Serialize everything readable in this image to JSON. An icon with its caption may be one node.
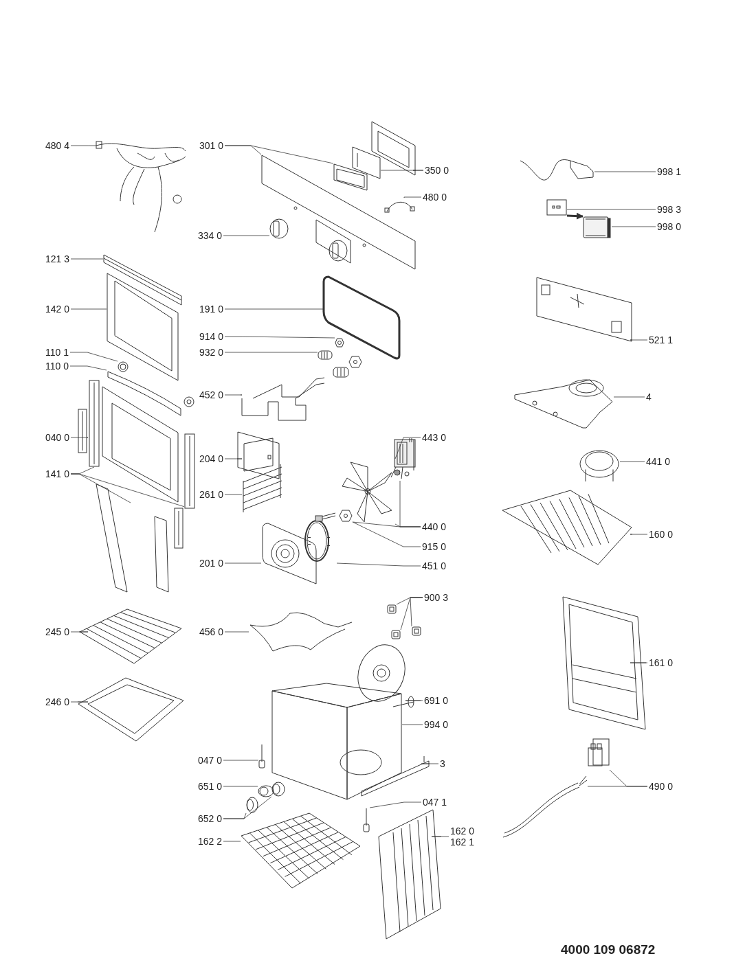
{
  "diagram": {
    "nodes": [
      {
        "text": [
          "480 4"
        ]
      },
      {
        "text": [],
        "shape": "picture"
      },
      {
        "text": [
          "301 0"
        ]
      },
      {
        "text": [],
        "shape": "picture"
      },
      {
        "text": [],
        "shape": "picture"
      },
      {
        "text": [
          "350 0"
        ]
      },
      {
        "text": [],
        "shape": "picture"
      },
      {
        "text": [],
        "shape": "picture"
      },
      {
        "text": [
          "480 0"
        ]
      },
      {
        "text": [],
        "shape": "picture"
      },
      {
        "text": [
          "334 0"
        ]
      },
      {
        "text": [],
        "shape": "picture"
      },
      {
        "text": [
          "121 3"
        ]
      },
      {
        "text": [],
        "shape": "picture"
      },
      {
        "text": [
          "142 0"
        ]
      },
      {
        "text": [],
        "shape": "picture"
      },
      {
        "text": [
          "110 1"
        ]
      },
      {
        "text": [],
        "shape": "picture"
      },
      {
        "text": [
          "110 0"
        ]
      },
      {
        "text": [],
        "shape": "picture"
      },
      {
        "text": [
          "040 0"
        ]
      },
      {
        "text": [],
        "shape": "picture"
      },
      {
        "text": [
          "141 0"
        ]
      },
      {
        "text": [],
        "shape": "picture"
      },
      {
        "text": [],
        "shape": "picture"
      },
      {
        "text": [],
        "shape": "picture"
      },
      {
        "text": [
          "191 0"
        ]
      },
      {
        "text": [],
        "shape": "picture"
      },
      {
        "text": [
          "914 0"
        ]
      },
      {
        "text": [],
        "shape": "picture"
      },
      {
        "text": [
          "932 0"
        ]
      },
      {
        "text": [],
        "shape": "picture"
      },
      {
        "text": [
          "452 0"
        ]
      },
      {
        "text": [],
        "shape": "picture"
      },
      {
        "text": [
          "204 0"
        ]
      },
      {
        "text": [],
        "shape": "picture"
      },
      {
        "text": [
          "261 0"
        ]
      },
      {
        "text": [],
        "shape": "picture"
      },
      {
        "text": [
          "443 0"
        ]
      },
      {
        "text": [],
        "shape": "picture"
      },
      {
        "text": [
          "440 0"
        ]
      },
      {
        "text": [],
        "shape": "picture"
      },
      {
        "text": [
          "915 0"
        ]
      },
      {
        "text": [],
        "shape": "picture"
      },
      {
        "text": [
          "451 0"
        ]
      },
      {
        "text": [],
        "shape": "picture"
      },
      {
        "text": [
          "201 0"
        ]
      },
      {
        "text": [],
        "shape": "picture"
      },
      {
        "text": [
          "998 1"
        ]
      },
      {
        "text": [],
        "shape": "picture"
      },
      {
        "text": [
          "998 3"
        ]
      },
      {
        "text": [],
        "shape": "picture"
      },
      {
        "text": [
          "998 0"
        ]
      },
      {
        "text": [],
        "shape": "picture"
      },
      {
        "text": [
          "521 1"
        ]
      },
      {
        "text": [],
        "shape": "picture"
      },
      {
        "text": [
          "4"
        ]
      },
      {
        "text": [],
        "shape": "picture"
      },
      {
        "text": [
          "441 0"
        ]
      },
      {
        "text": [],
        "shape": "picture"
      },
      {
        "text": [
          "160 0"
        ]
      },
      {
        "text": [],
        "shape": "picture"
      },
      {
        "text": [
          "900 3"
        ]
      },
      {
        "text": [],
        "shape": "picture"
      },
      {
        "text": [],
        "shape": "picture"
      },
      {
        "text": [],
        "shape": "picture"
      },
      {
        "text": [
          "245 0"
        ]
      },
      {
        "text": [],
        "shape": "picture"
      },
      {
        "text": [
          "456 0"
        ]
      },
      {
        "text": [],
        "shape": "picture"
      },
      {
        "text": [
          "161 0"
        ]
      },
      {
        "text": [],
        "shape": "picture"
      },
      {
        "text": [
          "246 0"
        ]
      },
      {
        "text": [],
        "shape": "picture"
      },
      {
        "text": [
          "691 0"
        ]
      },
      {
        "text": [],
        "shape": "picture"
      },
      {
        "text": [
          "994 0"
        ]
      },
      {
        "text": [],
        "shape": "picture"
      },
      {
        "text": [
          "047 0"
        ]
      },
      {
        "text": [],
        "shape": "picture"
      },
      {
        "text": [
          "3"
        ]
      },
      {
        "text": [],
        "shape": "picture"
      },
      {
        "text": [
          "651 0"
        ]
      },
      {
        "text": [],
        "shape": "picture"
      },
      {
        "text": [
          "490 0"
        ]
      },
      {
        "text": [],
        "shape": "picture"
      },
      {
        "text": [],
        "shape": "picture"
      },
      {
        "text": [
          "047 1"
        ]
      },
      {
        "text": [],
        "shape": "picture"
      },
      {
        "text": [
          "652 0"
        ]
      },
      {
        "text": [],
        "shape": "picture"
      },
      {
        "text": [],
        "shape": "picture"
      },
      {
        "text": [
          "162 2"
        ]
      },
      {
        "text": [],
        "shape": "picture"
      },
      {
        "text": [
          "162 0",
          "162 1"
        ]
      },
      {
        "text": [],
        "shape": "picture"
      }
    ],
    "edges": [
      {
        "from": 0,
        "to": 1,
        "arrow": "none"
      },
      {
        "from": 2,
        "to": 3,
        "arrow": "none"
      },
      {
        "from": 2,
        "to": 4,
        "arrow": "none"
      },
      {
        "from": 5,
        "to": 6,
        "arrow": "none"
      },
      {
        "from": 5,
        "to": 7,
        "arrow": "none"
      },
      {
        "from": 8,
        "to": 9,
        "arrow": "none"
      },
      {
        "from": 10,
        "to": 11,
        "arrow": "none"
      },
      {
        "from": 12,
        "to": 13,
        "arrow": "none"
      },
      {
        "from": 14,
        "to": 15,
        "arrow": "none"
      },
      {
        "from": 16,
        "to": 17,
        "arrow": "none"
      },
      {
        "from": 18,
        "to": 19,
        "arrow": "none"
      },
      {
        "from": 20,
        "to": 21,
        "arrow": "none"
      },
      {
        "from": 22,
        "to": 23,
        "arrow": "none"
      },
      {
        "from": 22,
        "to": 24,
        "arrow": "none"
      },
      {
        "from": 22,
        "to": 25,
        "arrow": "none"
      },
      {
        "from": 26,
        "to": 27,
        "arrow": "none"
      },
      {
        "from": 28,
        "to": 29,
        "arrow": "none"
      },
      {
        "from": 30,
        "to": 31,
        "arrow": "none"
      },
      {
        "from": 32,
        "to": 33,
        "arrow": "none"
      },
      {
        "from": 34,
        "to": 35,
        "arrow": "none"
      },
      {
        "from": 36,
        "to": 37,
        "arrow": "none"
      },
      {
        "from": 38,
        "to": 39,
        "arrow": "none"
      },
      {
        "from": 40,
        "to": 41,
        "arrow": "none"
      },
      {
        "from": 40,
        "to": 39,
        "arrow": "none"
      },
      {
        "from": 40,
        "to": 43,
        "arrow": "none"
      },
      {
        "from": 42,
        "to": 43,
        "arrow": "none"
      },
      {
        "from": 44,
        "to": 45,
        "arrow": "none"
      },
      {
        "from": 46,
        "to": 47,
        "arrow": "none"
      },
      {
        "from": 48,
        "to": 49,
        "arrow": "none"
      },
      {
        "from": 50,
        "to": 51,
        "arrow": "none"
      },
      {
        "from": 52,
        "to": 53,
        "arrow": "none"
      },
      {
        "from": 51,
        "to": 53,
        "arrow": "to",
        "style": "thick"
      },
      {
        "from": 54,
        "to": 55,
        "arrow": "none"
      },
      {
        "from": 56,
        "to": 57,
        "arrow": "none"
      },
      {
        "from": 58,
        "to": 59,
        "arrow": "none"
      },
      {
        "from": 60,
        "to": 61,
        "arrow": "none"
      },
      {
        "from": 62,
        "to": 63,
        "arrow": "none"
      },
      {
        "from": 62,
        "to": 64,
        "arrow": "none"
      },
      {
        "from": 62,
        "to": 65,
        "arrow": "none"
      },
      {
        "from": 66,
        "to": 67,
        "arrow": "none"
      },
      {
        "from": 68,
        "to": 69,
        "arrow": "none"
      },
      {
        "from": 70,
        "to": 71,
        "arrow": "none"
      },
      {
        "from": 72,
        "to": 73,
        "arrow": "none"
      },
      {
        "from": 74,
        "to": 75,
        "arrow": "none"
      },
      {
        "from": 76,
        "to": 77,
        "arrow": "none"
      },
      {
        "from": 78,
        "to": 79,
        "arrow": "none"
      },
      {
        "from": 80,
        "to": 81,
        "arrow": "none"
      },
      {
        "from": 82,
        "to": 83,
        "arrow": "none"
      },
      {
        "from": 84,
        "to": 85,
        "arrow": "none"
      },
      {
        "from": 84,
        "to": 86,
        "arrow": "none"
      },
      {
        "from": 87,
        "to": 88,
        "arrow": "none"
      },
      {
        "from": 89,
        "to": 90,
        "arrow": "none"
      },
      {
        "from": 89,
        "to": 91,
        "arrow": "none"
      },
      {
        "from": 92,
        "to": 93,
        "arrow": "none"
      },
      {
        "from": 94,
        "to": 95,
        "arrow": "none"
      }
    ],
    "labels": [
      "4000 109 06872"
    ]
  }
}
